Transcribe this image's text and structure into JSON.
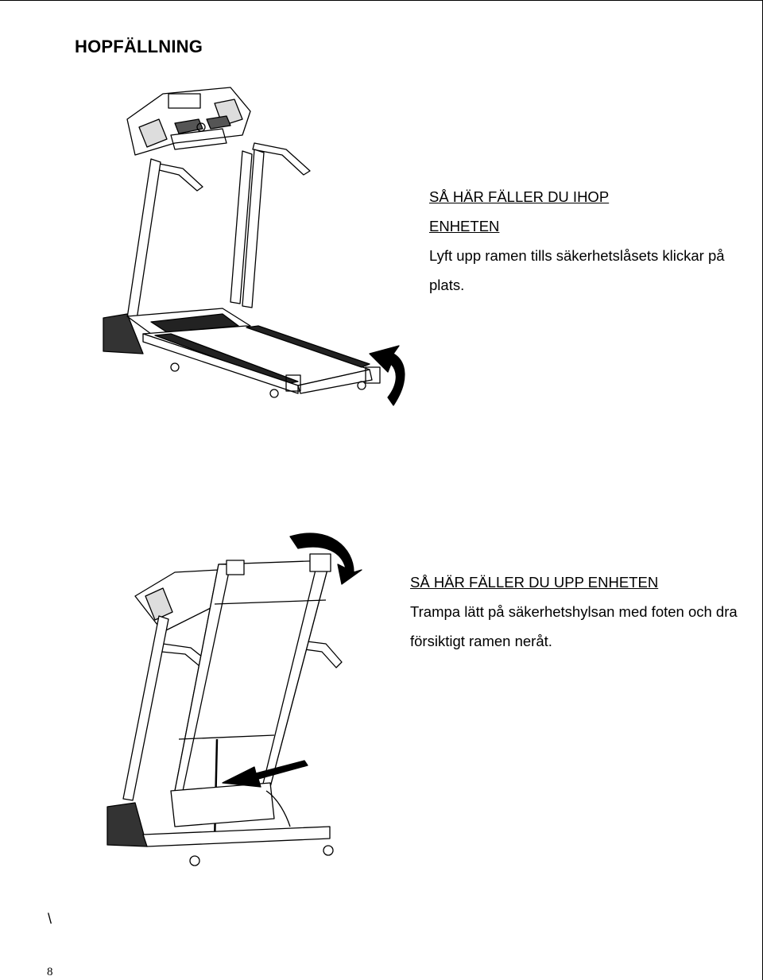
{
  "page": {
    "title": "HOPFÄLLNING",
    "backslash": "\\",
    "page_number": "8"
  },
  "sections": [
    {
      "heading": "SÅ HÄR FÄLLER DU IHOP ENHETEN",
      "body": "Lyft upp ramen tills säkerhetslåsets klickar på plats."
    },
    {
      "heading": "SÅ HÄR FÄLLER DU UPP ENHETEN",
      "body": "Trampa lätt på säkerhetshylsan med foten och dra försiktigt ramen neråt."
    }
  ],
  "figures": [
    {
      "icon": "treadmill-unfolded-illustration",
      "arrow": "curved-arrow-up-icon"
    },
    {
      "icon": "treadmill-folded-illustration",
      "arrow": "curved-arrow-down-icon",
      "pointer": "arrow-left-icon"
    }
  ],
  "colors": {
    "text": "#000000",
    "background": "#ffffff",
    "line": "#000000"
  }
}
